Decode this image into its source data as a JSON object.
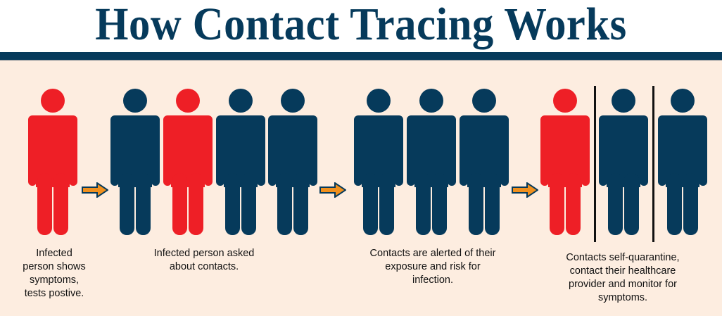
{
  "header": {
    "title": "How Contact Tracing Works"
  },
  "colors": {
    "title_navy": "#063a5b",
    "background_beige": "#fdede0",
    "infected_red": "#ee1f26",
    "contact_navy": "#063a5b",
    "arrow_orange": "#f0901e",
    "divider_black": "#111111"
  },
  "steps": [
    {
      "caption_lines": [
        "Infected",
        "person shows",
        "symptoms,",
        "tests postive."
      ],
      "people": [
        "infected"
      ]
    },
    {
      "caption_lines": [
        "Infected person asked",
        "about contacts."
      ],
      "people": [
        "contact",
        "infected",
        "contact",
        "contact"
      ]
    },
    {
      "caption_lines": [
        "Contacts are alerted of their",
        "exposure and risk for",
        "infection."
      ],
      "people": [
        "contact",
        "contact",
        "contact"
      ]
    },
    {
      "caption_lines": [
        "Contacts self-quarantine,",
        "contact their healthcare",
        "provider and monitor for",
        "symptoms."
      ],
      "people": [
        "infected",
        "contact",
        "contact"
      ],
      "separated_by_dividers": true
    }
  ],
  "icons": {
    "person": "person-figure-icon",
    "arrow": "right-arrow-icon",
    "divider": "quarantine-divider"
  }
}
